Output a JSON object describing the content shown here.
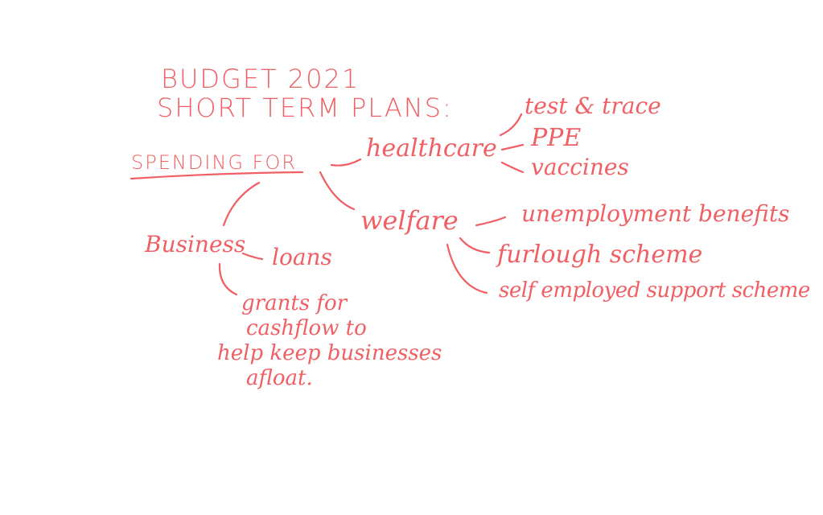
{
  "diagram": {
    "ink_color": "#ef5f63",
    "title": {
      "line1": "BUDGET 2021",
      "line2": "SHORT TERM PLANS:"
    },
    "root": "SPENDING FOR",
    "healthcare": {
      "label": "healthcare",
      "items": [
        "test & trace",
        "PPE",
        "vaccines"
      ]
    },
    "welfare": {
      "label": "welfare",
      "items": [
        "unemployment benefits",
        "furlough scheme",
        "self employed support scheme"
      ]
    },
    "business": {
      "label": "Business",
      "loans": "loans",
      "grants": [
        "grants for",
        "cashflow to",
        "help keep businesses",
        "afloat."
      ]
    }
  }
}
